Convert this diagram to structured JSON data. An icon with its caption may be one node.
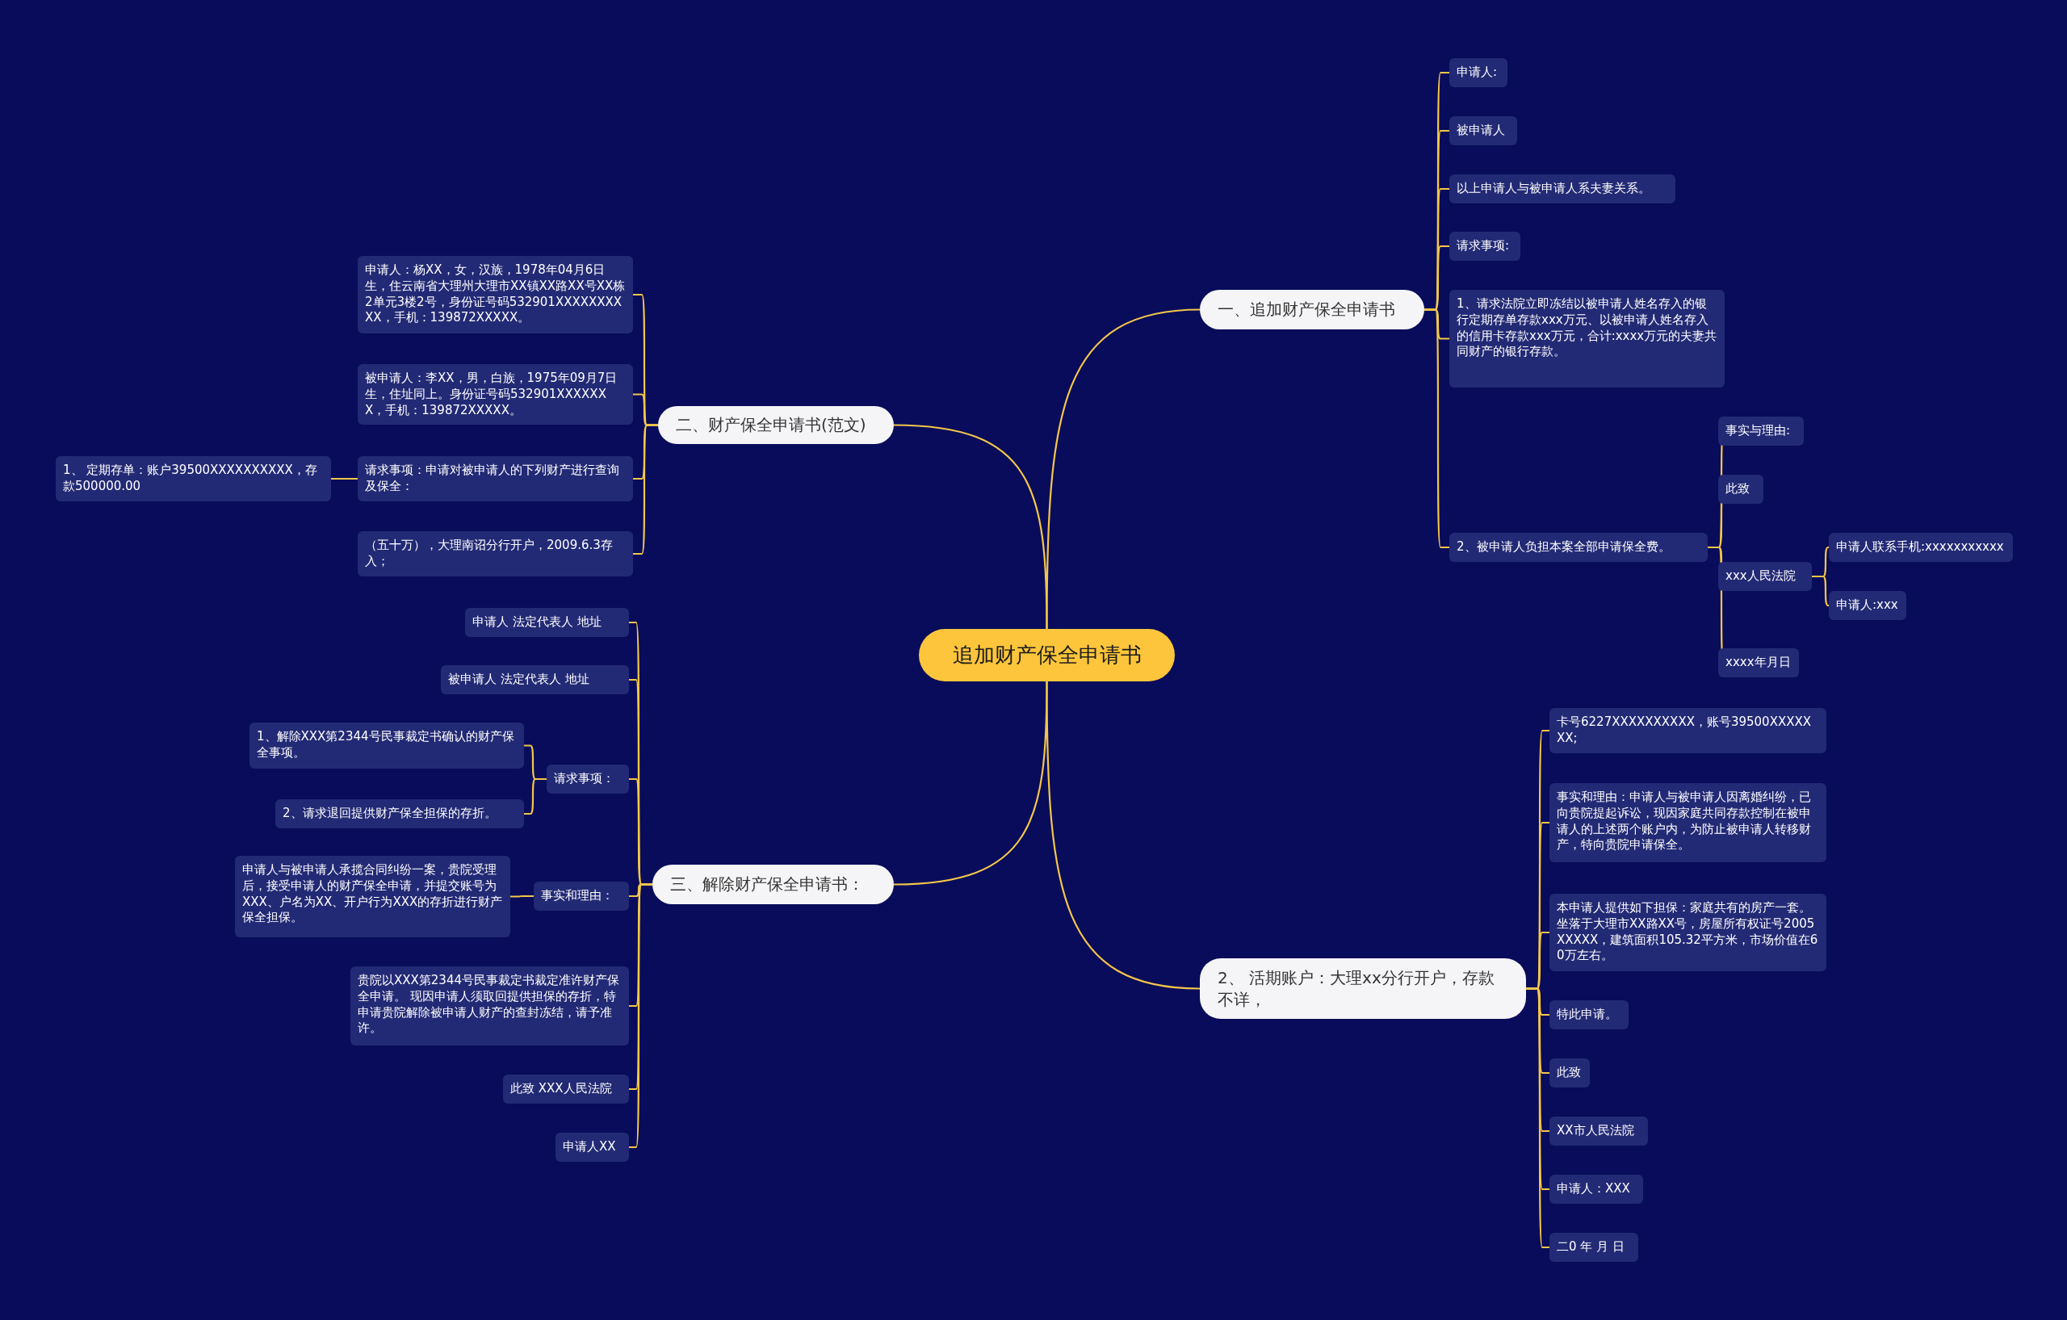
{
  "diagram": {
    "nodes": [
      {
        "text": [
          "追加财产保全申请书"
        ]
      },
      {
        "text": [
          "一、追加财产保全申请书"
        ]
      },
      {
        "text": [
          "申请人:"
        ]
      },
      {
        "text": [
          "被申请人"
        ]
      },
      {
        "text": [
          "以上申请人与被申请人系夫妻关系。"
        ]
      },
      {
        "text": [
          "请求事项:"
        ]
      },
      {
        "text": [
          "1、请求法院立即冻结以被申请人姓名存入的银行定期存单存款xxx万元、以被申请人姓名存入的信用卡存款xxx万元，合计:xxxx万元的夫妻共同财产的银行存款。"
        ]
      },
      {
        "text": [
          "2、被申请人负担本案全部申请保全费。"
        ]
      },
      {
        "text": [
          "事实与理由:"
        ]
      },
      {
        "text": [
          "此致"
        ]
      },
      {
        "text": [
          "xxx人民法院"
        ]
      },
      {
        "text": [
          "申请人联系手机:xxxxxxxxxxx"
        ]
      },
      {
        "text": [
          "申请人:xxx"
        ]
      },
      {
        "text": [
          "xxxx年月日"
        ]
      },
      {
        "text": [
          "二、财产保全申请书(范文)"
        ]
      },
      {
        "text": [
          "申请人：杨XX，女，汉族，1978年04月6日生，住云南省大理州大理市XX镇XX路XX号XX栋2单元3楼2号，身份证号码532901XXXXXXXXXX，手机：139872XXXXX。"
        ]
      },
      {
        "text": [
          "被申请人：李XX，男，白族，1975年09月7日生，住址同上。身份证号码532901XXXXXXX，手机：139872XXXXX。"
        ]
      },
      {
        "text": [
          "请求事项：申请对被申请人的下列财产进行查询及保全："
        ]
      },
      {
        "text": [
          "1、 定期存单：账户39500XXXXXXXXXX，存款500000.00"
        ]
      },
      {
        "text": [
          "（五十万），大理南诏分行开户，2009.6.3存入；"
        ]
      },
      {
        "text": [
          "三、解除财产保全申请书："
        ]
      },
      {
        "text": [
          "申请人 法定代表人 地址"
        ]
      },
      {
        "text": [
          "被申请人 法定代表人 地址"
        ]
      },
      {
        "text": [
          "请求事项："
        ]
      },
      {
        "text": [
          "1、解除XXX第2344号民事裁定书确认的财产保全事项。"
        ]
      },
      {
        "text": [
          "2、请求退回提供财产保全担保的存折。"
        ]
      },
      {
        "text": [
          "事实和理由："
        ]
      },
      {
        "text": [
          "申请人与被申请人承揽合同纠纷一案，贵院受理后，接受申请人的财产保全申请，并提交账号为XXX、户名为XX、开户行为XXX的存折进行财产保全担保。"
        ]
      },
      {
        "text": [
          "贵院以XXX第2344号民事裁定书裁定准许财产保全申请。 现因申请人须取回提供担保的存折，特申请贵院解除被申请人财产的查封冻结，请予准许。"
        ]
      },
      {
        "text": [
          "此致 XXX人民法院"
        ]
      },
      {
        "text": [
          "申请人XX"
        ]
      },
      {
        "text": [
          "2、 活期账户：大理xx分行开户，存款不详，"
        ]
      },
      {
        "text": [
          "卡号6227XXXXXXXXXX，账号39500XXXXXXX;"
        ]
      },
      {
        "text": [
          "事实和理由：申请人与被申请人因离婚纠纷，已向贵院提起诉讼，现因家庭共同存款控制在被申请人的上述两个账户内，为防止被申请人转移财产，特向贵院申请保全。"
        ]
      },
      {
        "text": [
          "本申请人提供如下担保：家庭共有的房产一套。坐落于大理市XX路XX号，房屋所有权证号2005XXXXX，建筑面积105.32平方米，市场价值在60万左右。"
        ]
      },
      {
        "text": [
          "特此申请。"
        ]
      },
      {
        "text": [
          "此致"
        ]
      },
      {
        "text": [
          "XX市人民法院"
        ]
      },
      {
        "text": [
          "申请人：XXX"
        ]
      },
      {
        "text": [
          "二0 年 月 日"
        ]
      }
    ],
    "edges": [
      {
        "from": 0,
        "to": 1,
        "arrow": "none"
      },
      {
        "from": 1,
        "to": 2,
        "arrow": "none"
      },
      {
        "from": 1,
        "to": 3,
        "arrow": "none"
      },
      {
        "from": 1,
        "to": 4,
        "arrow": "none"
      },
      {
        "from": 1,
        "to": 5,
        "arrow": "none"
      },
      {
        "from": 1,
        "to": 6,
        "arrow": "none"
      },
      {
        "from": 1,
        "to": 7,
        "arrow": "none"
      },
      {
        "from": 7,
        "to": 8,
        "arrow": "none"
      },
      {
        "from": 7,
        "to": 9,
        "arrow": "none"
      },
      {
        "from": 7,
        "to": 10,
        "arrow": "none"
      },
      {
        "from": 10,
        "to": 11,
        "arrow": "none"
      },
      {
        "from": 10,
        "to": 12,
        "arrow": "none"
      },
      {
        "from": 7,
        "to": 13,
        "arrow": "none"
      },
      {
        "from": 0,
        "to": 14,
        "arrow": "none"
      },
      {
        "from": 14,
        "to": 15,
        "arrow": "none"
      },
      {
        "from": 14,
        "to": 16,
        "arrow": "none"
      },
      {
        "from": 14,
        "to": 17,
        "arrow": "none"
      },
      {
        "from": 17,
        "to": 18,
        "arrow": "none"
      },
      {
        "from": 14,
        "to": 19,
        "arrow": "none"
      },
      {
        "from": 0,
        "to": 20,
        "arrow": "none"
      },
      {
        "from": 20,
        "to": 21,
        "arrow": "none"
      },
      {
        "from": 20,
        "to": 22,
        "arrow": "none"
      },
      {
        "from": 20,
        "to": 23,
        "arrow": "none"
      },
      {
        "from": 23,
        "to": 24,
        "arrow": "none"
      },
      {
        "from": 23,
        "to": 25,
        "arrow": "none"
      },
      {
        "from": 20,
        "to": 26,
        "arrow": "none"
      },
      {
        "from": 26,
        "to": 27,
        "arrow": "none"
      },
      {
        "from": 20,
        "to": 28,
        "arrow": "none"
      },
      {
        "from": 20,
        "to": 29,
        "arrow": "none"
      },
      {
        "from": 20,
        "to": 30,
        "arrow": "none"
      },
      {
        "from": 0,
        "to": 31,
        "arrow": "none"
      },
      {
        "from": 31,
        "to": 32,
        "arrow": "none"
      },
      {
        "from": 31,
        "to": 33,
        "arrow": "none"
      },
      {
        "from": 31,
        "to": 34,
        "arrow": "none"
      },
      {
        "from": 31,
        "to": 35,
        "arrow": "none"
      },
      {
        "from": 31,
        "to": 36,
        "arrow": "none"
      },
      {
        "from": 31,
        "to": 37,
        "arrow": "none"
      },
      {
        "from": 31,
        "to": 38,
        "arrow": "none"
      },
      {
        "from": 31,
        "to": 39,
        "arrow": "none"
      }
    ]
  }
}
